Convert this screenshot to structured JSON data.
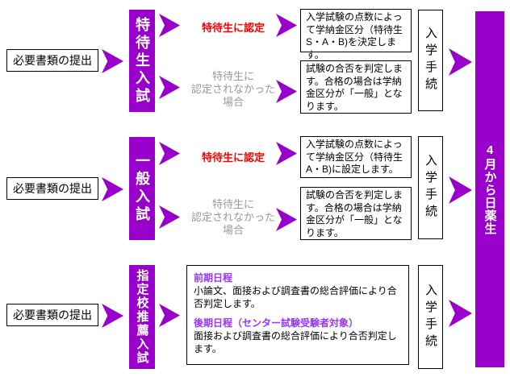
{
  "colors": {
    "accent_purple": "#9900CC",
    "heading_purple": "#9933FF",
    "certified_red": "#FF0000",
    "not_certified_gray": "#999999"
  },
  "diagram": {
    "result_bar": "4月から日薬生",
    "rows": [
      {
        "submit": "必要書類の提出",
        "exam": "特待生入試",
        "certified_label": "特待生に認定",
        "certified_desc": "入学試験の点数によっ\nて学納金区分（特待生\nS・A・B)を決定します。",
        "not_certified_label": "特待生に\n認定されなかった\n場合",
        "not_certified_desc": "試験の合否を判定しま\nす。合格の場合は学納\n金区分が「一般」とな\nります。",
        "procedure": "入学手続"
      },
      {
        "submit": "必要書類の提出",
        "exam": "一般入試",
        "certified_label": "特待生に認定",
        "certified_desc": "入学試験の点数によっ\nて学納金区分（特待生\nA・B)に設定します。",
        "not_certified_label": "特待生に\n認定されなかった\n場合",
        "not_certified_desc": "試験の合否を判定しま\nす。合格の場合は学納\n金区分が「一般」とな\nります。",
        "procedure": "入学手続"
      },
      {
        "submit": "必要書類の提出",
        "exam": "指定校推薦入試",
        "schedule1_heading": "前期日程",
        "schedule1_desc": "小論文、面接および調査書の総合評価により合\n否判定します。",
        "schedule2_heading": "後期日程（センター試験受験者対象）",
        "schedule2_desc": "面接および調査書の総合評価により合否判定し\nます。",
        "procedure": "入学手続"
      }
    ]
  }
}
